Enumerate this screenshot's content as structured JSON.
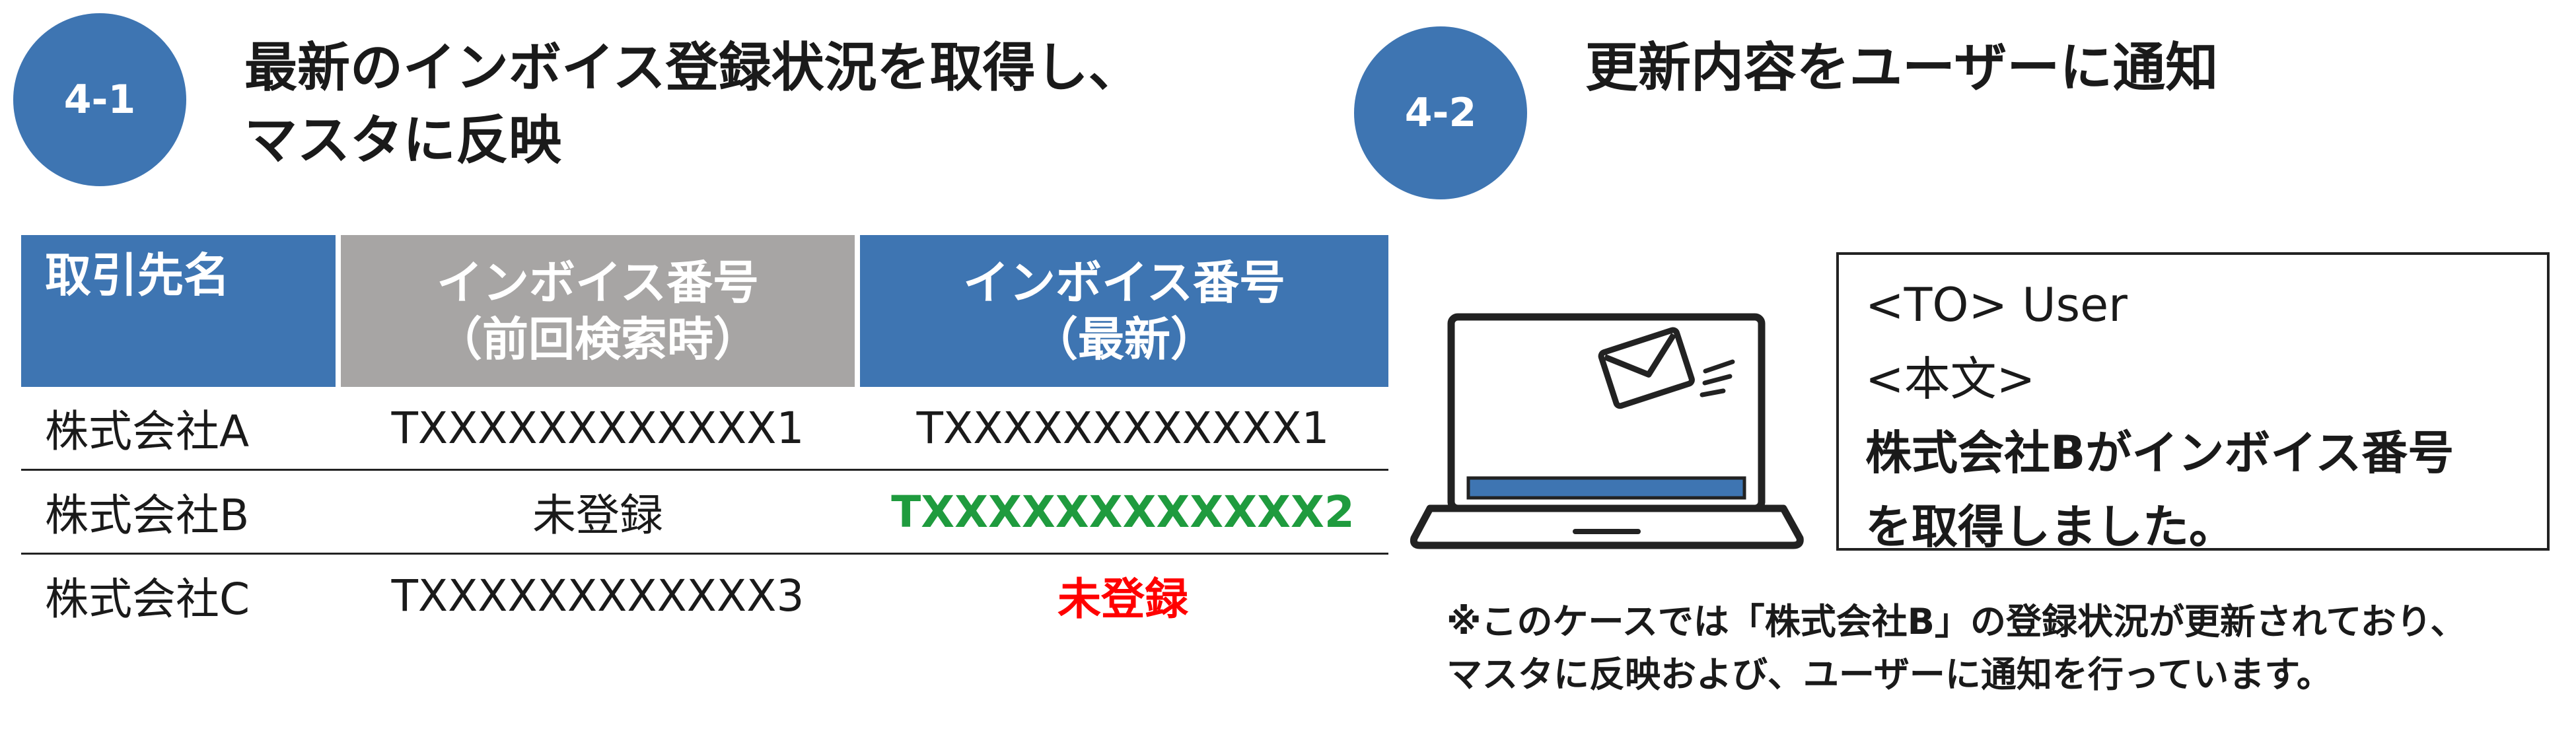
{
  "step1": {
    "badge": "4-1",
    "title_line1": "最新のインボイス登録状況を取得し、",
    "title_line2": "マスタに反映"
  },
  "step2": {
    "badge": "4-2",
    "title": "更新内容をユーザーに通知"
  },
  "table": {
    "headers": {
      "col1": "取引先名",
      "col2_line1": "インボイス番号",
      "col2_line2": "（前回検索時）",
      "col3_line1": "インボイス番号",
      "col3_line2": "（最新）"
    },
    "rows": [
      {
        "name": "株式会社A",
        "previous": "TXXXXXXXXXXXX1",
        "latest": "TXXXXXXXXXXXX1"
      },
      {
        "name": "株式会社B",
        "previous": "未登録",
        "latest": "TXXXXXXXXXXXX2"
      },
      {
        "name": "株式会社C",
        "previous": "TXXXXXXXXXXXX3",
        "latest": "未登録"
      }
    ],
    "colors": {
      "header_blue": "#3e75b2",
      "header_gray": "#a7a5a4",
      "updated_green": "#1f9b3e",
      "unregistered_red": "#ff0000"
    }
  },
  "message": {
    "to_line": "<TO> User",
    "body_label": "<本文>",
    "body_line1": "株式会社Bがインボイス番号",
    "body_line2": "を取得しました。"
  },
  "note": {
    "line1": "※このケースでは「株式会社B」の登録状況が更新されており、",
    "line2": "マスタに反映および、ユーザーに通知を行っています。"
  },
  "icons": [
    "laptop-icon",
    "envelope-icon"
  ]
}
